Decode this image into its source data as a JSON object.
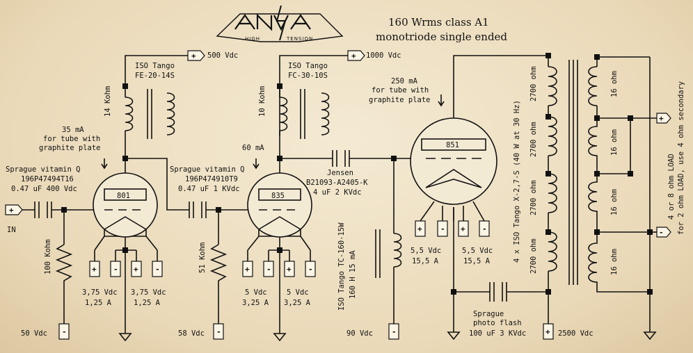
{
  "title": {
    "line1": "160 Wrms  class A1",
    "line2": "monotriode single ended"
  },
  "logo": {
    "left": "HIGH",
    "right": "TENSION"
  },
  "supplies": {
    "v500": "500 Vdc",
    "v1000": "1000 Vdc",
    "v50": "50 Vdc",
    "v58": "58 Vdc",
    "v90": "90 Vdc",
    "v2500": "2500 Vdc"
  },
  "input": {
    "label": "IN"
  },
  "tubes": {
    "t801": "801",
    "t835": "835",
    "t851": "851"
  },
  "choke1": {
    "line1": "ISO Tango",
    "line2": "FE-20-14S",
    "value": "14 Kohm"
  },
  "choke2": {
    "line1": "ISO Tango",
    "line2": "FC-30-10S",
    "value": "10 Kohm"
  },
  "notes": {
    "n801": {
      "line1": "35 mA",
      "line2": "for tube with",
      "line3": "graphite plate"
    },
    "n835": "60 mA",
    "n851": {
      "line1": "250 mA",
      "line2": "for tube with",
      "line3": "graphite plate"
    }
  },
  "cap1": {
    "line1": "Sprague vitamin Q",
    "line2": "196P47494T16",
    "line3": "0.47 uF 400 Vdc"
  },
  "cap2": {
    "line1": "Sprague vitamin Q",
    "line2": "196P474910T9",
    "line3": "0.47 uF 1 KVdc"
  },
  "cap3": {
    "line1": "Jensen",
    "line2": "B21093-A2405-K",
    "line3": "4 uF 2 KVdc"
  },
  "cap4": {
    "line1": "Sprague",
    "line2": "photo flash",
    "line3": "100 uF 3 KVdc"
  },
  "resistors": {
    "r1": "100 Kohm",
    "r2": "51 Kohm"
  },
  "filaments": {
    "f801": {
      "v1": "3,75 Vdc",
      "a1": "1,25 A",
      "v2": "3,75 Vdc",
      "a2": "1,25 A"
    },
    "f835": {
      "v1": "5 Vdc",
      "a1": "3,25 A",
      "v2": "5 Vdc",
      "a2": "3,25 A"
    },
    "f851": {
      "v1": "5,5 Vdc",
      "a1": "15,5 A",
      "v2": "5,5 Vdc",
      "a2": "15,5 A"
    }
  },
  "grid_choke": {
    "line1": "ISO Tango TC-160-15W",
    "line2": "160 H 15 mA"
  },
  "opt": {
    "label": "4 x ISO Tango X-2,7-S (40 W at 30 Hz)",
    "primary": [
      "2700 ohm",
      "2700 ohm",
      "2700 ohm",
      "2700 ohm"
    ],
    "secondary": [
      "16 ohm",
      "16 ohm",
      "16 ohm",
      "16 ohm"
    ]
  },
  "load": {
    "line1": "4 or 8 ohm LOAD",
    "line2": "for 2 ohm LOAD, use 4 ohm secondary"
  }
}
